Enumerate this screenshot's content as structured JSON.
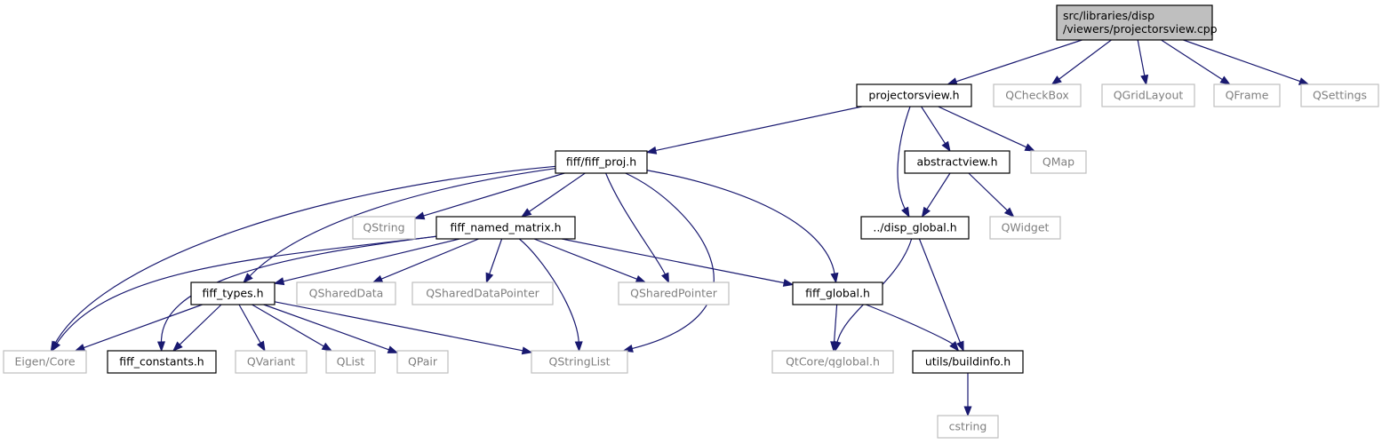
{
  "colors": {
    "edge": "#191970",
    "root_fill": "#bfbfbf",
    "root_stroke": "#000000",
    "doc_stroke": "#000000",
    "ext_stroke": "#bfbfbf",
    "ext_text": "#7f7f7f",
    "text": "#000000"
  },
  "graph": {
    "nodes": [
      {
        "id": "root",
        "lines": [
          "src/libraries/disp",
          "/viewers/projectorsview.cpp"
        ],
        "kind": "root"
      },
      {
        "id": "projectorsview",
        "lines": [
          "projectorsview.h"
        ],
        "kind": "doc"
      },
      {
        "id": "qcheckbox",
        "lines": [
          "QCheckBox"
        ],
        "kind": "ext"
      },
      {
        "id": "qgridlayout",
        "lines": [
          "QGridLayout"
        ],
        "kind": "ext"
      },
      {
        "id": "qframe",
        "lines": [
          "QFrame"
        ],
        "kind": "ext"
      },
      {
        "id": "qsettings",
        "lines": [
          "QSettings"
        ],
        "kind": "ext"
      },
      {
        "id": "fiffproj",
        "lines": [
          "fiff/fiff_proj.h"
        ],
        "kind": "doc"
      },
      {
        "id": "abstractview",
        "lines": [
          "abstractview.h"
        ],
        "kind": "doc"
      },
      {
        "id": "qmap",
        "lines": [
          "QMap"
        ],
        "kind": "ext"
      },
      {
        "id": "qstring",
        "lines": [
          "QString"
        ],
        "kind": "ext"
      },
      {
        "id": "namedmatrix",
        "lines": [
          "fiff_named_matrix.h"
        ],
        "kind": "doc"
      },
      {
        "id": "dispglobal",
        "lines": [
          "../disp_global.h"
        ],
        "kind": "doc"
      },
      {
        "id": "qwidget",
        "lines": [
          "QWidget"
        ],
        "kind": "ext"
      },
      {
        "id": "fifftypes",
        "lines": [
          "fiff_types.h"
        ],
        "kind": "doc"
      },
      {
        "id": "qshareddata",
        "lines": [
          "QSharedData"
        ],
        "kind": "ext"
      },
      {
        "id": "qshareddataptr",
        "lines": [
          "QSharedDataPointer"
        ],
        "kind": "ext"
      },
      {
        "id": "qsharedptr",
        "lines": [
          "QSharedPointer"
        ],
        "kind": "ext"
      },
      {
        "id": "fiffglobal",
        "lines": [
          "fiff_global.h"
        ],
        "kind": "doc"
      },
      {
        "id": "eigencore",
        "lines": [
          "Eigen/Core"
        ],
        "kind": "ext"
      },
      {
        "id": "fiffconstants",
        "lines": [
          "fiff_constants.h"
        ],
        "kind": "doc"
      },
      {
        "id": "qvariant",
        "lines": [
          "QVariant"
        ],
        "kind": "ext"
      },
      {
        "id": "qlist",
        "lines": [
          "QList"
        ],
        "kind": "ext"
      },
      {
        "id": "qpair",
        "lines": [
          "QPair"
        ],
        "kind": "ext"
      },
      {
        "id": "qstringlist",
        "lines": [
          "QStringList"
        ],
        "kind": "ext"
      },
      {
        "id": "qtcoreglobal",
        "lines": [
          "QtCore/qglobal.h"
        ],
        "kind": "ext"
      },
      {
        "id": "buildinfo",
        "lines": [
          "utils/buildinfo.h"
        ],
        "kind": "doc"
      },
      {
        "id": "cstring",
        "lines": [
          "cstring"
        ],
        "kind": "ext"
      }
    ],
    "edges": [
      {
        "from": "root",
        "to": "projectorsview"
      },
      {
        "from": "root",
        "to": "qcheckbox"
      },
      {
        "from": "root",
        "to": "qgridlayout"
      },
      {
        "from": "root",
        "to": "qframe"
      },
      {
        "from": "root",
        "to": "qsettings"
      },
      {
        "from": "projectorsview",
        "to": "fiffproj"
      },
      {
        "from": "projectorsview",
        "to": "abstractview"
      },
      {
        "from": "projectorsview",
        "to": "qmap"
      },
      {
        "from": "projectorsview",
        "to": "dispglobal"
      },
      {
        "from": "fiffproj",
        "to": "qstring"
      },
      {
        "from": "fiffproj",
        "to": "namedmatrix"
      },
      {
        "from": "fiffproj",
        "to": "fifftypes"
      },
      {
        "from": "fiffproj",
        "to": "eigencore"
      },
      {
        "from": "fiffproj",
        "to": "qsharedptr"
      },
      {
        "from": "fiffproj",
        "to": "qstringlist"
      },
      {
        "from": "fiffproj",
        "to": "fiffglobal"
      },
      {
        "from": "abstractview",
        "to": "dispglobal"
      },
      {
        "from": "abstractview",
        "to": "qwidget"
      },
      {
        "from": "namedmatrix",
        "to": "fifftypes"
      },
      {
        "from": "namedmatrix",
        "to": "eigencore"
      },
      {
        "from": "namedmatrix",
        "to": "fiffconstants"
      },
      {
        "from": "namedmatrix",
        "to": "qshareddata"
      },
      {
        "from": "namedmatrix",
        "to": "qshareddataptr"
      },
      {
        "from": "namedmatrix",
        "to": "qsharedptr"
      },
      {
        "from": "namedmatrix",
        "to": "qstringlist"
      },
      {
        "from": "namedmatrix",
        "to": "fiffglobal"
      },
      {
        "from": "fifftypes",
        "to": "eigencore"
      },
      {
        "from": "fifftypes",
        "to": "fiffconstants"
      },
      {
        "from": "fifftypes",
        "to": "qvariant"
      },
      {
        "from": "fifftypes",
        "to": "qlist"
      },
      {
        "from": "fifftypes",
        "to": "qpair"
      },
      {
        "from": "fifftypes",
        "to": "qstringlist"
      },
      {
        "from": "fiffglobal",
        "to": "qtcoreglobal"
      },
      {
        "from": "fiffglobal",
        "to": "buildinfo"
      },
      {
        "from": "dispglobal",
        "to": "qtcoreglobal"
      },
      {
        "from": "dispglobal",
        "to": "buildinfo"
      },
      {
        "from": "buildinfo",
        "to": "cstring"
      }
    ]
  }
}
